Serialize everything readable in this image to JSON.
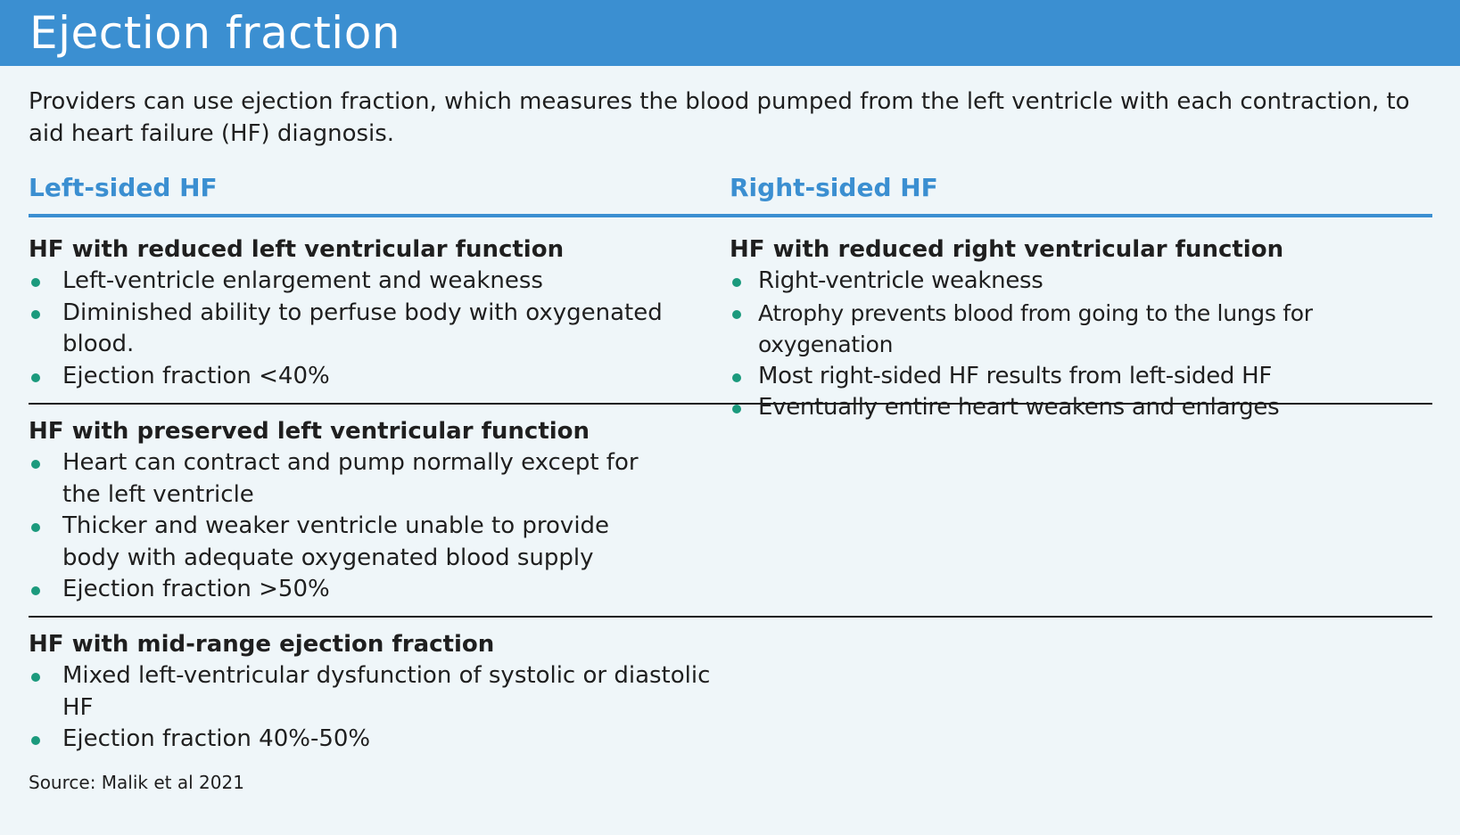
{
  "title": "Ejection fraction",
  "intro": "Providers can use ejection fraction, which measures the blood pumped from the left ventricle with each contraction, to aid heart failure (HF) diagnosis.",
  "columns": {
    "left": "Left-sided HF",
    "right": "Right-sided HF"
  },
  "sections": {
    "reduced_left": {
      "heading": "HF with reduced left ventricular function",
      "items": [
        "Left-ventricle enlargement and weakness",
        "Diminished ability to perfuse body with oxygenated blood.",
        "Ejection fraction <40%"
      ]
    },
    "reduced_right": {
      "heading": "HF with reduced right ventricular function",
      "items": [
        "Right-ventricle weakness",
        "Atrophy prevents blood from going to the lungs for oxygenation",
        "Most right-sided HF results from left-sided HF",
        "Eventually entire heart weakens and enlarges"
      ]
    },
    "preserved_left": {
      "heading": "HF with preserved left ventricular function",
      "items": [
        "Heart can contract and pump normally except for the left ventricle",
        "Thicker and weaker ventricle unable to provide body with adequate oxygenated blood supply",
        "Ejection fraction >50%"
      ]
    },
    "mid_range": {
      "heading": "HF with mid-range ejection fraction",
      "items": [
        "Mixed left-ventricular dysfunction of systolic or diastolic HF",
        "Ejection fraction 40%-50%"
      ]
    }
  },
  "source": "Source: Malik et al 2021",
  "colors": {
    "header_bg": "#3b8fd1",
    "accent_blue": "#3b8fd1",
    "bullet_green": "#1b9a7d",
    "card_bg": "#eff6f9"
  }
}
